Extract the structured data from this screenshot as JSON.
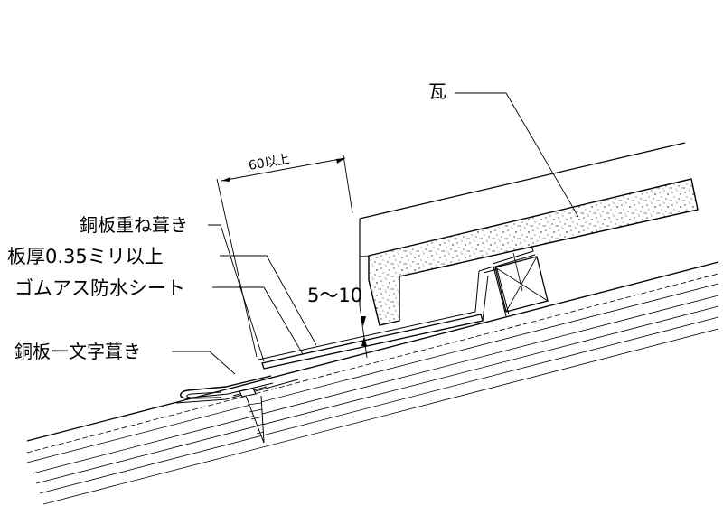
{
  "labels": {
    "tile": "瓦",
    "overlap_dim": "60以上",
    "copper_overlap": "銅板重ね葺き",
    "thickness": "板厚0.35ミリ以上",
    "rubber_sheet": "ゴムアス防水シート",
    "gap_dim": "5～10",
    "copper_flat": "銅板一文字葺き"
  },
  "colors": {
    "line": "#000000",
    "background": "#ffffff"
  }
}
